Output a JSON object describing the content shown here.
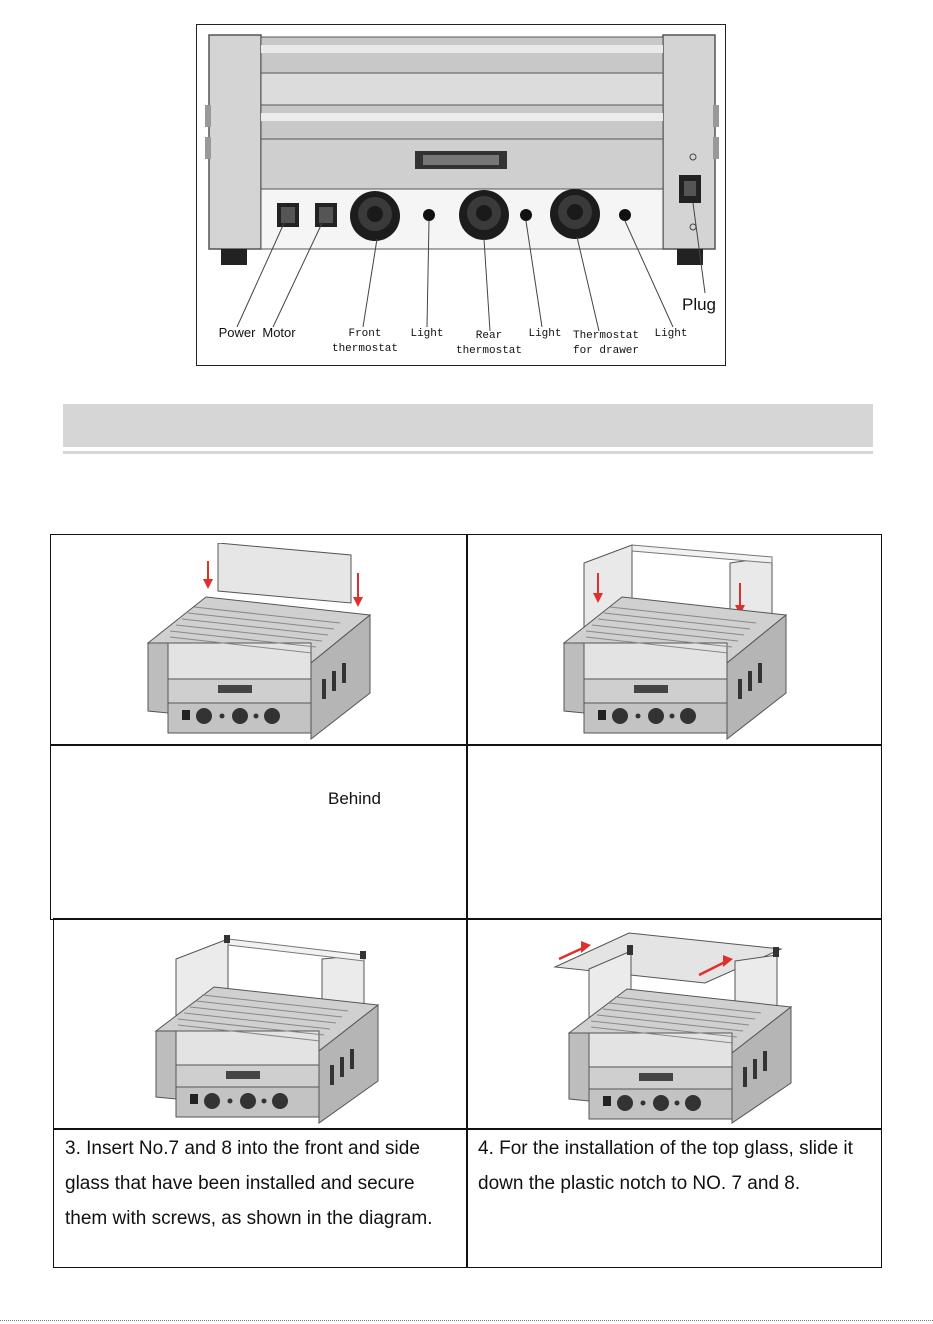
{
  "panel_labels": {
    "power": "Power",
    "motor": "Motor",
    "front_thermostat": [
      "Front",
      "thermostat"
    ],
    "light": "Light",
    "rear_thermostat": [
      "Rear",
      "thermostat"
    ],
    "thermostat_drawer": [
      "Thermostat",
      "for drawer"
    ],
    "plug": "Plug"
  },
  "steps": {
    "step1_caption_fragment": "Behind",
    "step3_text": "3.  Insert No.7 and 8 into the front and side glass that have been installed and secure them with screws, as shown in the diagram.",
    "step4_text": "4.  For the installation of the top glass, slide it down the plastic notch to NO. 7 and 8."
  },
  "colors": {
    "steel": "#c9c9c9",
    "steel_dark": "#8c8c8c",
    "arrow_red": "#e0302e",
    "section_bar": "#d6d6d6"
  }
}
